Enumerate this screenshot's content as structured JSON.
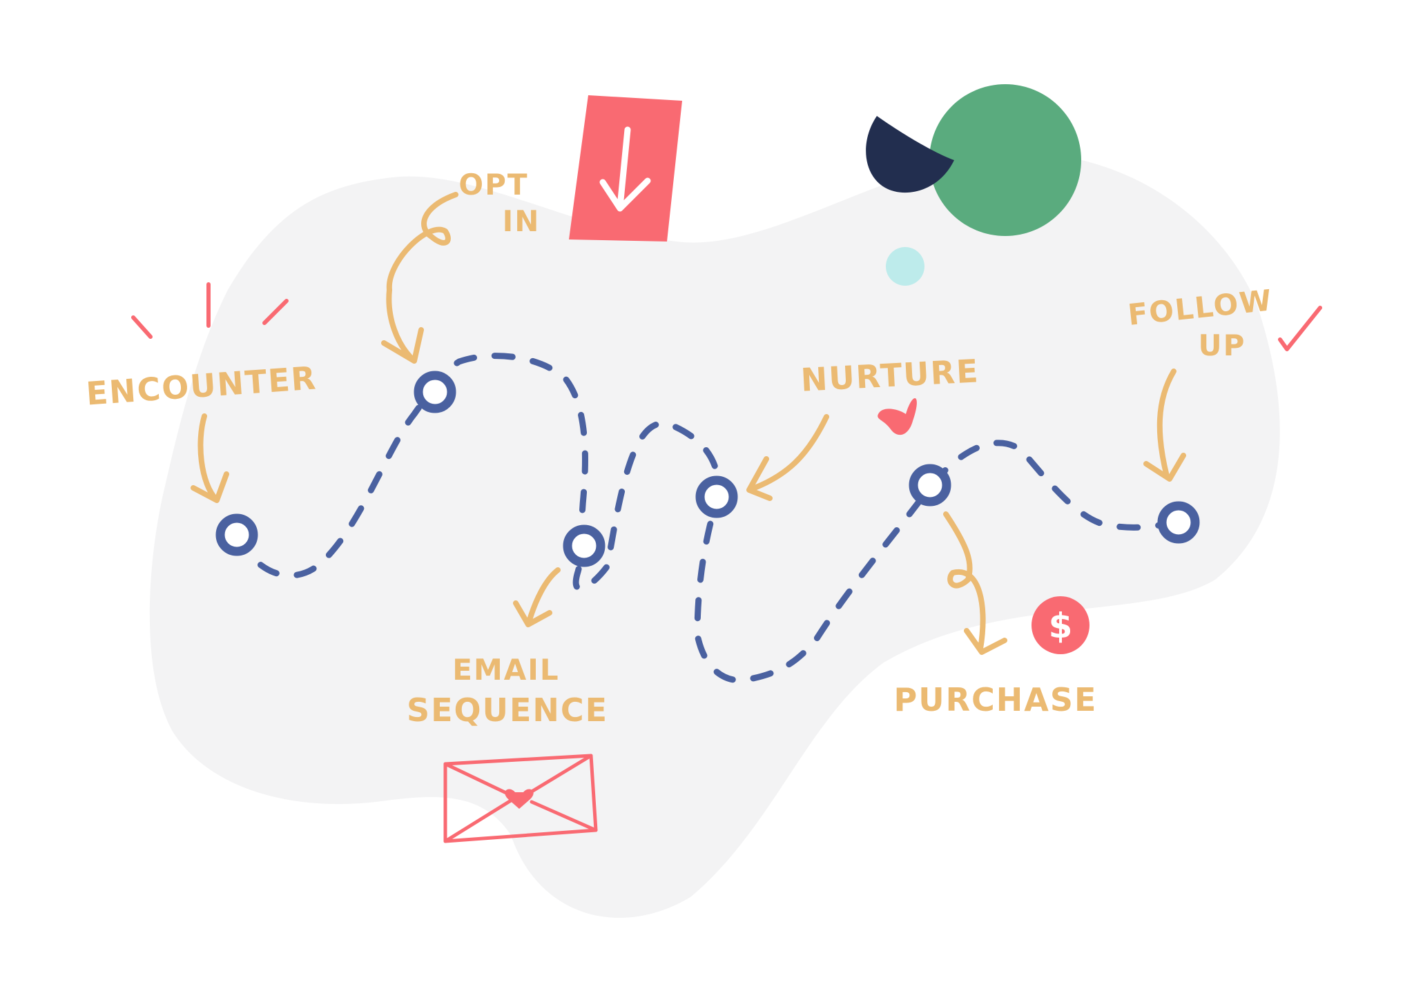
{
  "colors": {
    "background": "#ffffff",
    "blob": "#f3f3f4",
    "path": "#4a61a0",
    "label": "#ebba72",
    "accent_red": "#f96a72",
    "green": "#5aab7e",
    "navy": "#222e4f",
    "light_cyan": "#bdebeb"
  },
  "stages": [
    {
      "id": "encounter",
      "label": "ENCOUNTER",
      "icon": "sparkle-lines-icon"
    },
    {
      "id": "opt-in",
      "label_lines": [
        "OPT",
        "IN"
      ],
      "icon": "download-card-icon"
    },
    {
      "id": "email-sequence",
      "label_lines": [
        "EMAIL",
        "SEQUENCE"
      ],
      "icon": "envelope-icon"
    },
    {
      "id": "nurture",
      "label": "NURTURE",
      "icon": "heart-icon"
    },
    {
      "id": "purchase",
      "label": "PURCHASE",
      "icon": "dollar-coin-icon"
    },
    {
      "id": "follow-up",
      "label_lines": [
        "FOLLOW",
        "UP"
      ],
      "icon": "checkmark-icon"
    }
  ],
  "coin_symbol": "$",
  "decorations": [
    "green-circle-icon",
    "navy-half-moon-icon",
    "cyan-dot-icon"
  ]
}
